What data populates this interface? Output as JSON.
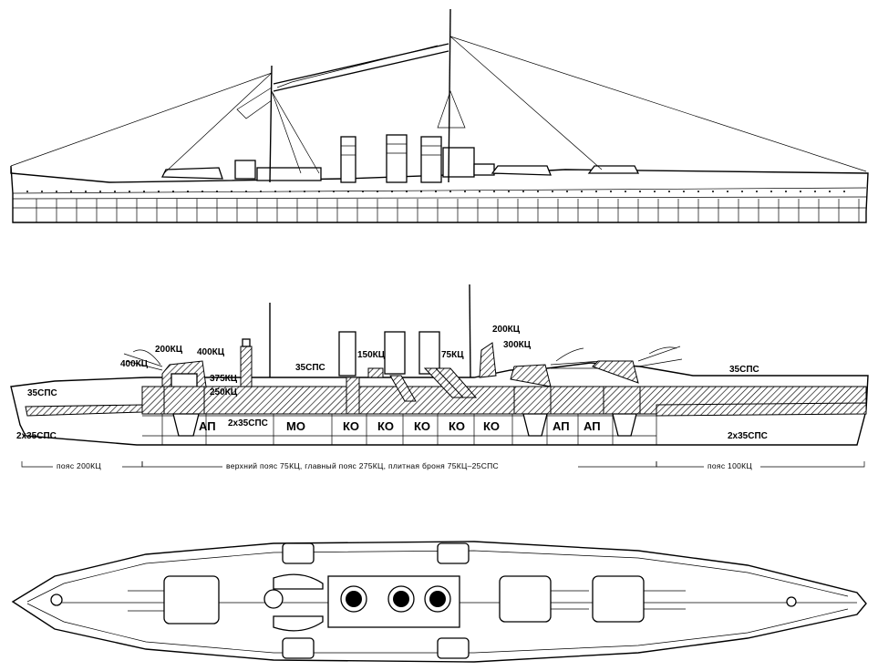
{
  "colors": {
    "ink": "#000000",
    "paper": "#ffffff"
  },
  "section_labels": {
    "turret_fwd_top": "200КЦ",
    "turret_fwd_face": "400КЦ",
    "barbette_fwd": "400КЦ",
    "barbette_fwd_lower": "375КЦ",
    "barbette_fwd_base": "250КЦ",
    "deck_bow": "35СПС",
    "deck_bow_lower": "2x35СПС",
    "deck_mid_fwd": "2x35СПС",
    "deck_main": "35СПС",
    "deck_stern": "35СПС",
    "deck_stern_lower": "2x35СПС",
    "tower_150": "150КЦ",
    "tower_75": "75КЦ",
    "turret_aft_top": "200КЦ",
    "turret_aft_face": "300КЦ"
  },
  "compartments": [
    "АП",
    "МО",
    "КО",
    "КО",
    "КО",
    "КО",
    "КО",
    "АП",
    "АП"
  ],
  "belt_legend": {
    "bow": "пояс 200КЦ",
    "middle": "верхний пояс 75КЦ, главный пояс 275КЦ, плитная броня 75КЦ–25СПС",
    "stern": "пояс 100КЦ"
  }
}
